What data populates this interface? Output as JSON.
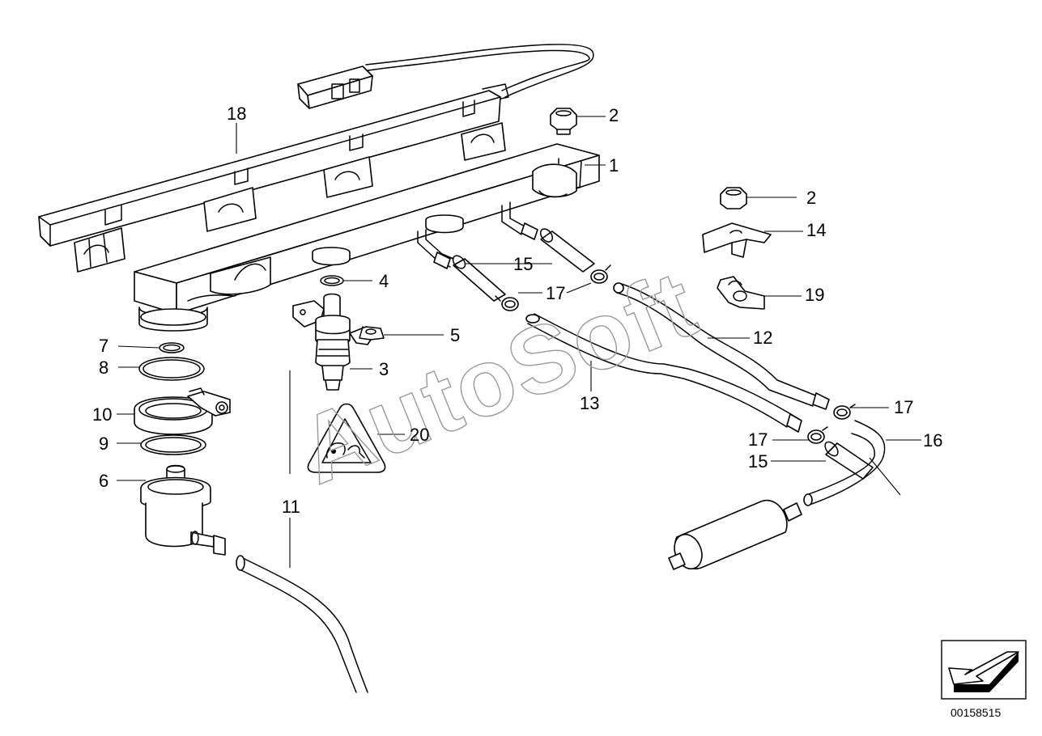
{
  "watermark": "AutoSoft",
  "ref_code": "00158515",
  "callouts": {
    "c1": "1",
    "c2a": "2",
    "c2b": "2",
    "c3": "3",
    "c4": "4",
    "c5": "5",
    "c6": "6",
    "c7": "7",
    "c8": "8",
    "c9": "9",
    "c10": "10",
    "c11": "11",
    "c12": "12",
    "c13": "13",
    "c14": "14",
    "c15a": "15",
    "c15b": "15",
    "c16": "16",
    "c17a": "17",
    "c17b": "17",
    "c17c": "17",
    "c18": "18",
    "c19": "19",
    "c20": "20"
  },
  "parts": [
    {
      "id": "1",
      "name": "fuel-rail"
    },
    {
      "id": "2",
      "name": "hex-nut"
    },
    {
      "id": "3",
      "name": "fuel-injector"
    },
    {
      "id": "4",
      "name": "injector-o-ring"
    },
    {
      "id": "5",
      "name": "injector-clip"
    },
    {
      "id": "6",
      "name": "fuel-pressure-regulator"
    },
    {
      "id": "7",
      "name": "small-o-ring"
    },
    {
      "id": "8",
      "name": "o-ring"
    },
    {
      "id": "9",
      "name": "seal-ring"
    },
    {
      "id": "10",
      "name": "regulator-clamp"
    },
    {
      "id": "11",
      "name": "vacuum-hose"
    },
    {
      "id": "12",
      "name": "fuel-line"
    },
    {
      "id": "13",
      "name": "fuel-return-line"
    },
    {
      "id": "14",
      "name": "bracket"
    },
    {
      "id": "15",
      "name": "fuel-hose"
    },
    {
      "id": "16",
      "name": "fuel-hose-bent"
    },
    {
      "id": "17",
      "name": "hose-clamp"
    },
    {
      "id": "18",
      "name": "injector-wiring-harness"
    },
    {
      "id": "19",
      "name": "line-holder"
    },
    {
      "id": "20",
      "name": "warning-label"
    }
  ],
  "icons": {
    "orientation": "arrow-orientation-icon",
    "warning": "warning-triangle-icon"
  },
  "colors": {
    "line": "#000000",
    "watermark": "#9a9a9a",
    "background": "#ffffff"
  }
}
